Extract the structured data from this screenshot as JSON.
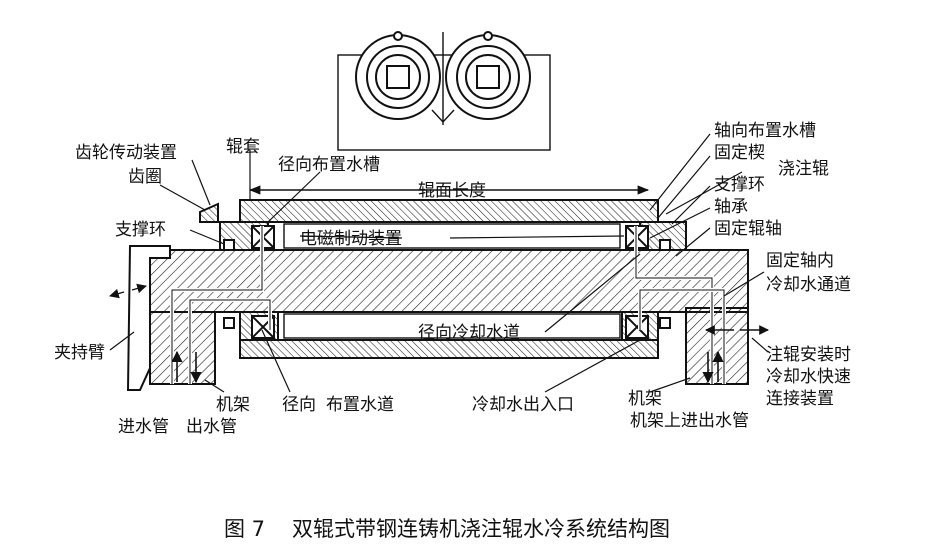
{
  "labels": {
    "gear_drive": "齿轮传动装置",
    "gear_ring": "齿圈",
    "roll_sleeve": "辊套",
    "radial_slot": "径向布置水槽",
    "roll_face_length": "辊面长度",
    "support_ring_left": "支撑环",
    "brake": "电磁制动装置",
    "clamp_arm": "夹持臂",
    "radial_channel": "径向冷却水道",
    "frame_left": "机架",
    "inlet_pipe": "进水管",
    "outlet_pipe": "出水管",
    "radial_layout_channel_a": "径向",
    "radial_layout_channel_b": "布置水道",
    "water_port": "冷却水出入口",
    "frame_right": "机架",
    "frame_pipes": "机架上进出水管",
    "axial_slot": "轴向布置水槽",
    "fixed_wedge": "固定楔",
    "casting_roll": "浇注辊",
    "support_ring_right": "支撑环",
    "bearing": "轴承",
    "fixed_shaft": "固定辊轴",
    "shaft_channel_a": "固定轴内",
    "shaft_channel_b": "冷却水通道",
    "quick_connect_a": "注辊安装时",
    "quick_connect_b": "冷却水快速",
    "quick_connect_c": "连接装置"
  },
  "caption": {
    "figure_no": "图 7",
    "title": "双辊式带钢连铸机浇注辊水冷系统结构图"
  }
}
